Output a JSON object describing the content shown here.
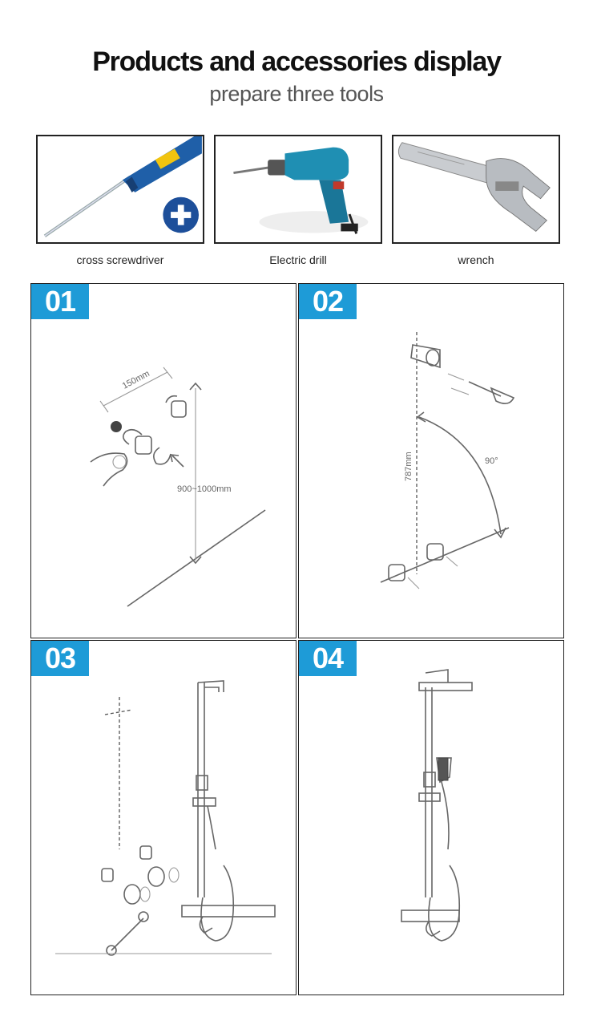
{
  "header": {
    "title": "Products and accessories display",
    "subtitle": "prepare three tools"
  },
  "tools": [
    {
      "label": "cross screwdriver",
      "icon": "screwdriver-icon"
    },
    {
      "label": "Electric drill",
      "icon": "drill-icon"
    },
    {
      "label": "wrench",
      "icon": "wrench-icon"
    }
  ],
  "steps": [
    {
      "number": "01",
      "labels": {
        "spacing": "150mm",
        "height": "900~1000mm"
      }
    },
    {
      "number": "02",
      "labels": {
        "height": "787mm",
        "angle": "90°"
      }
    },
    {
      "number": "03"
    },
    {
      "number": "04"
    }
  ],
  "colors": {
    "badge": "#1e9bd7",
    "screwdriver_handle": "#1f5fa8",
    "drill_body": "#1f8fb3"
  }
}
